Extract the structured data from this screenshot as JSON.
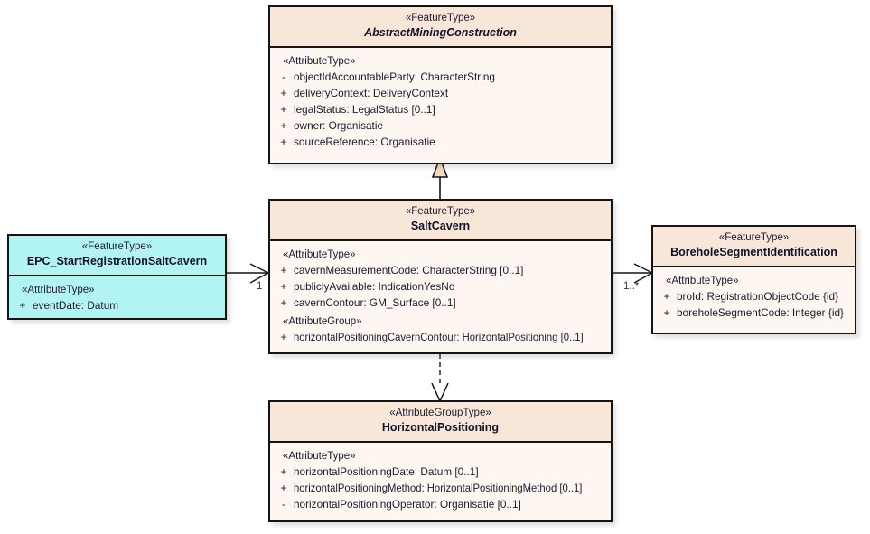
{
  "diagram": {
    "type": "uml-class-diagram",
    "colors": {
      "header_fill": "#f8e7d9",
      "body_fill": "#fdf6f1",
      "border": "#141414",
      "event_class_fill": "#b2f4f4",
      "generalization_fill": "#f5dcbc"
    }
  },
  "classes": {
    "abstract_mining_construction": {
      "stereotype": "«FeatureType»",
      "name": "AbstractMiningConstruction",
      "abstract": true,
      "sections": [
        {
          "group_label": "«AttributeType»",
          "attributes": [
            {
              "visibility": "-",
              "signature": "objectIdAccountableParty: CharacterString"
            },
            {
              "visibility": "+",
              "signature": "deliveryContext: DeliveryContext"
            },
            {
              "visibility": "+",
              "signature": "legalStatus: LegalStatus [0..1]"
            },
            {
              "visibility": "+",
              "signature": "owner: Organisatie"
            },
            {
              "visibility": "+",
              "signature": "sourceReference: Organisatie"
            }
          ]
        }
      ]
    },
    "salt_cavern": {
      "stereotype": "«FeatureType»",
      "name": "SaltCavern",
      "abstract": false,
      "sections": [
        {
          "group_label": "«AttributeType»",
          "attributes": [
            {
              "visibility": "+",
              "signature": "cavernMeasurementCode: CharacterString [0..1]"
            },
            {
              "visibility": "+",
              "signature": "publiclyAvailable: IndicationYesNo"
            },
            {
              "visibility": "+",
              "signature": "cavernContour: GM_Surface [0..1]"
            }
          ]
        },
        {
          "group_label": "«AttributeGroup»",
          "attributes": [
            {
              "visibility": "+",
              "signature": "horizontalPositioningCavernContour: HorizontalPositioning [0..1]"
            }
          ]
        }
      ]
    },
    "epc_start_registration_salt_cavern": {
      "stereotype": "«FeatureType»",
      "name": "EPC_StartRegistrationSaltCavern",
      "abstract": false,
      "sections": [
        {
          "group_label": "«AttributeType»",
          "attributes": [
            {
              "visibility": "+",
              "signature": "eventDate: Datum"
            }
          ]
        }
      ]
    },
    "borehole_segment_identification": {
      "stereotype": "«FeatureType»",
      "name": "BoreholeSegmentIdentification",
      "abstract": false,
      "sections": [
        {
          "group_label": "«AttributeType»",
          "attributes": [
            {
              "visibility": "+",
              "signature": "broId: RegistrationObjectCode {id}"
            },
            {
              "visibility": "+",
              "signature": "boreholeSegmentCode: Integer {id}"
            }
          ]
        }
      ]
    },
    "horizontal_positioning": {
      "stereotype": "«AttributeGroupType»",
      "name": "HorizontalPositioning",
      "abstract": false,
      "sections": [
        {
          "group_label": "«AttributeType»",
          "attributes": [
            {
              "visibility": "+",
              "signature": "horizontalPositioningDate: Datum [0..1]"
            },
            {
              "visibility": "+",
              "signature": "horizontalPositioningMethod: HorizontalPositioningMethod [0..1]"
            },
            {
              "visibility": "-",
              "signature": "horizontalPositioningOperator: Organisatie [0..1]"
            }
          ]
        }
      ]
    }
  },
  "relationships": [
    {
      "id": "generalization",
      "kind": "generalization",
      "from": "SaltCavern",
      "to": "AbstractMiningConstruction",
      "source_multiplicity": "",
      "target_multiplicity": ""
    },
    {
      "id": "epc-to-saltcavern",
      "kind": "association",
      "from": "EPC_StartRegistrationSaltCavern",
      "to": "SaltCavern",
      "source_multiplicity": "",
      "target_multiplicity": "1"
    },
    {
      "id": "saltcavern-to-borehole",
      "kind": "association",
      "from": "SaltCavern",
      "to": "BoreholeSegmentIdentification",
      "source_multiplicity": "",
      "target_multiplicity": "1..*"
    },
    {
      "id": "saltcavern-to-horizontalpositioning",
      "kind": "dependency",
      "from": "SaltCavern",
      "to": "HorizontalPositioning",
      "source_multiplicity": "",
      "target_multiplicity": ""
    }
  ],
  "edge_labels": {
    "epc_target": "1",
    "borehole_target": "1..*"
  }
}
